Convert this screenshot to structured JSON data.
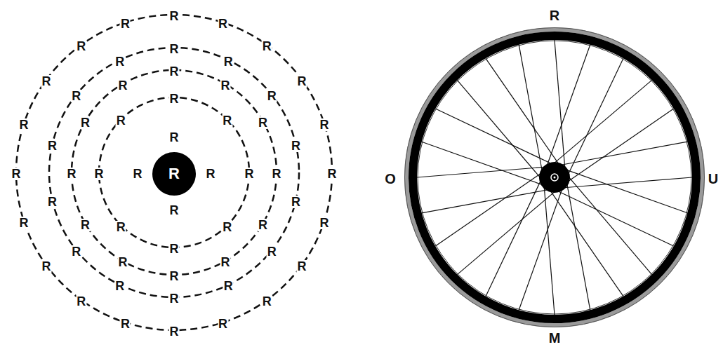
{
  "diagram": {
    "nodes": [
      {
        "text": [
          "R"
        ]
      }
    ],
    "labels": [
      "R",
      "R",
      "R",
      "R",
      "R",
      "R",
      "R",
      "R",
      "R",
      "R",
      "R",
      "R",
      "R",
      "R",
      "R",
      "R",
      "R",
      "R",
      "R",
      "R",
      "R",
      "R",
      "R",
      "R",
      "R",
      "R",
      "R",
      "R",
      "R",
      "R",
      "R",
      "R",
      "R",
      "R",
      "R",
      "R",
      "R",
      "R",
      "R",
      "R",
      "R",
      "R",
      "R",
      "R",
      "R",
      "R",
      "R",
      "R",
      "R",
      "R",
      "R",
      "R",
      "R",
      "R",
      "R",
      "R",
      "R",
      "R",
      "R",
      "O",
      "U",
      "M"
    ]
  }
}
